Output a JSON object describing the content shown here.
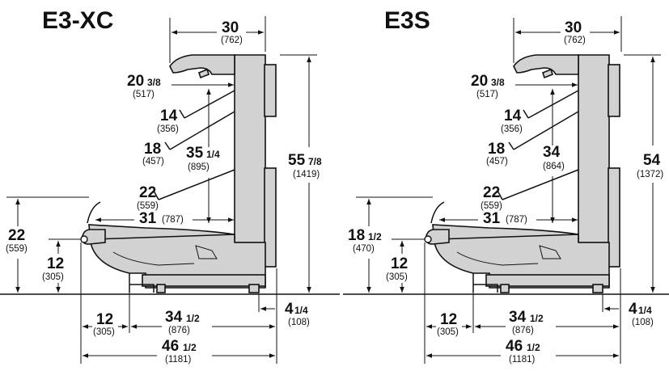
{
  "diagrams": [
    {
      "model": "E3-XC",
      "dims": {
        "depth_top": {
          "in": "30",
          "mm": "(762)"
        },
        "shelf_top": {
          "in": "20",
          "frac": "3/8",
          "mm": "(517)"
        },
        "shelf_a": {
          "in": "14",
          "mm": "(356)"
        },
        "shelf_b": {
          "in": "18",
          "mm": "(457)"
        },
        "shelf_c": {
          "in": "22",
          "mm": "(559)"
        },
        "interior_h": {
          "in": "35",
          "frac": "1/4",
          "mm": "(895)"
        },
        "total_h": {
          "in": "55",
          "frac": "7/8",
          "mm": "(1419)"
        },
        "interior_d": {
          "in": "31",
          "mm": "(787)"
        },
        "front_h": {
          "in": "22",
          "mm": "(559)"
        },
        "bumper_h": {
          "in": "12",
          "mm": "(305)"
        },
        "bumper_d": {
          "in": "12",
          "mm": "(305)"
        },
        "base_d": {
          "in": "34",
          "frac": "1/2",
          "mm": "(876)"
        },
        "rear": {
          "in": "4",
          "frac": "1/4",
          "mm": "(108)"
        },
        "overall_d": {
          "in": "46",
          "frac": "1/2",
          "mm": "(1181)"
        }
      }
    },
    {
      "model": "E3S",
      "dims": {
        "depth_top": {
          "in": "30",
          "mm": "(762)"
        },
        "shelf_top": {
          "in": "20",
          "frac": "3/8",
          "mm": "(517)"
        },
        "shelf_a": {
          "in": "14",
          "mm": "(356)"
        },
        "shelf_b": {
          "in": "18",
          "mm": "(457)"
        },
        "shelf_c": {
          "in": "22",
          "mm": "(559)"
        },
        "interior_h": {
          "in": "34",
          "frac": "",
          "mm": "(864)"
        },
        "total_h": {
          "in": "54",
          "frac": "",
          "mm": "(1372)"
        },
        "interior_d": {
          "in": "31",
          "mm": "(787)"
        },
        "front_h": {
          "in": "18",
          "frac": "1/2",
          "mm": "(470)"
        },
        "bumper_h": {
          "in": "12",
          "mm": "(305)"
        },
        "bumper_d": {
          "in": "12",
          "mm": "(305)"
        },
        "base_d": {
          "in": "34",
          "frac": "1/2",
          "mm": "(876)"
        },
        "rear": {
          "in": "4",
          "frac": "1/4",
          "mm": "(108)"
        },
        "overall_d": {
          "in": "46",
          "frac": "1/2",
          "mm": "(1181)"
        }
      }
    }
  ],
  "colors": {
    "case_fill": "#d2d2d2",
    "ink": "#111111"
  }
}
